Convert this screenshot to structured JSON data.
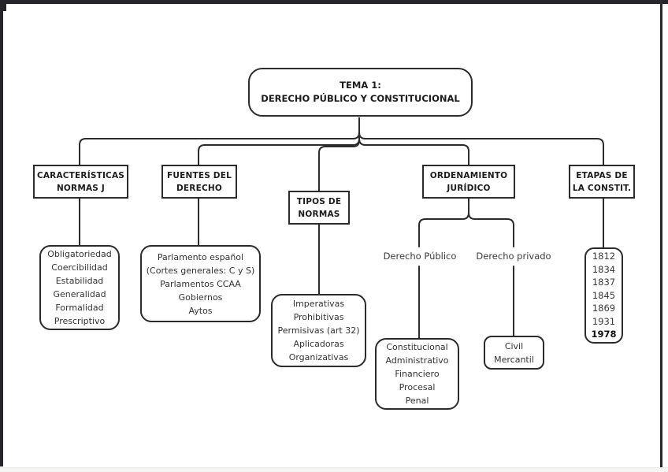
{
  "diagram": {
    "title": {
      "lines": [
        "TEMA 1:",
        "DERECHO PÚBLICO Y CONSTITUCIONAL"
      ]
    },
    "headers": [
      {
        "id": "caracteristicas-normas",
        "lines": [
          "CARACTERÍSTICAS",
          "NORMAS J"
        ]
      },
      {
        "id": "fuentes-del-derecho",
        "lines": [
          "FUENTES DEL",
          "DERECHO"
        ]
      },
      {
        "id": "tipos-de-normas",
        "lines": [
          "TIPOS DE",
          "NORMAS"
        ]
      },
      {
        "id": "ordenamiento-juridico",
        "lines": [
          "ORDENAMIENTO",
          "JURÍDICO"
        ]
      },
      {
        "id": "etapas-constitucion",
        "lines": [
          "ETAPAS DE",
          "LA CONSTIT."
        ]
      }
    ],
    "leaves": {
      "caracteristicas_items": [
        "Obligatoriedad",
        "Coercibilidad",
        "Estabilidad",
        "Generalidad",
        "Formalidad",
        "Prescriptivo"
      ],
      "fuentes_items": [
        "Parlamento español",
        "(Cortes generales: C y S)",
        "Parlamentos CCAA",
        "Gobiernos",
        "Aytos"
      ],
      "tipos_items": [
        "Imperativas",
        "Prohibitivas",
        "Permisivas (art 32)",
        "Aplicadoras",
        "Organizativas"
      ],
      "publico_label": "Derecho Público",
      "privado_label": "Derecho privado",
      "publico_items": [
        "Constitucional",
        "Administrativo",
        "Financiero",
        "Procesal",
        "Penal"
      ],
      "privado_items": [
        "Civil",
        "Mercantil"
      ],
      "etapas_years": [
        "1812",
        "1834",
        "1837",
        "1845",
        "1869",
        "1931",
        "1978"
      ]
    },
    "colors": {
      "stroke": "#2b2b2b",
      "background": "#ffffff",
      "frame": "#26262a"
    }
  }
}
